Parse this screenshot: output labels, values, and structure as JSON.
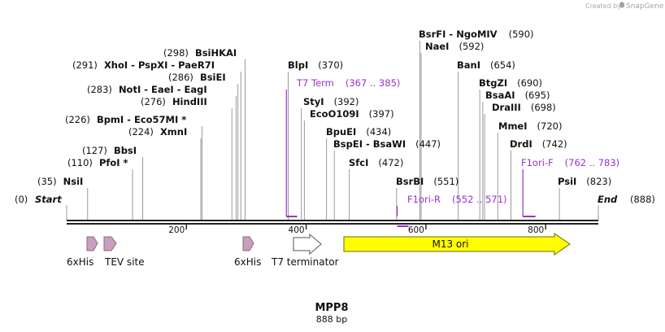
{
  "credit": {
    "prefix": "Created by",
    "brand": "SnapGene"
  },
  "map": {
    "name": "MPP8",
    "length_label": "888 bp",
    "length": 888
  },
  "ends": [
    {
      "pos_label": "(0)",
      "name": "Start",
      "pos": 0
    },
    {
      "pos_label": "(888)",
      "name": "End",
      "pos": 888
    }
  ],
  "sites": [
    {
      "name": "NsiI",
      "pos": 35,
      "pos_label": "(35)",
      "side": "L"
    },
    {
      "name": "PfoI *",
      "pos": 110,
      "pos_label": "(110)",
      "side": "L"
    },
    {
      "name": "BbsI",
      "pos": 127,
      "pos_label": "(127)",
      "side": "L"
    },
    {
      "name": "XmnI",
      "pos": 224,
      "pos_label": "(224)",
      "side": "L"
    },
    {
      "name": "BpmI - Eco57MI *",
      "pos": 226,
      "pos_label": "(226)",
      "side": "L"
    },
    {
      "name": "HindIII",
      "pos": 276,
      "pos_label": "(276)",
      "side": "L"
    },
    {
      "name": "NotI - EaeI - EagI",
      "pos": 283,
      "pos_label": "(283)",
      "side": "L"
    },
    {
      "name": "BsiEI",
      "pos": 286,
      "pos_label": "(286)",
      "side": "L"
    },
    {
      "name": "XhoI - PspXI - PaeR7I",
      "pos": 291,
      "pos_label": "(291)",
      "side": "L"
    },
    {
      "name": "BsiHKAI",
      "pos": 298,
      "pos_label": "(298)",
      "side": "L"
    },
    {
      "name": "BlpI",
      "pos": 370,
      "pos_label": "(370)",
      "side": "R"
    },
    {
      "name": "StyI",
      "pos": 392,
      "pos_label": "(392)",
      "side": "R"
    },
    {
      "name": "EcoO109I",
      "pos": 397,
      "pos_label": "(397)",
      "side": "R"
    },
    {
      "name": "BpuEI",
      "pos": 434,
      "pos_label": "(434)",
      "side": "R"
    },
    {
      "name": "BspEI - BsaWI",
      "pos": 447,
      "pos_label": "(447)",
      "side": "R"
    },
    {
      "name": "SfcI",
      "pos": 472,
      "pos_label": "(472)",
      "side": "R"
    },
    {
      "name": "BsrBI",
      "pos": 551,
      "pos_label": "(551)",
      "side": "R"
    },
    {
      "name": "BsrFI - NgoMIV",
      "pos": 590,
      "pos_label": "(590)",
      "side": "R"
    },
    {
      "name": "NaeI",
      "pos": 592,
      "pos_label": "(592)",
      "side": "R"
    },
    {
      "name": "BanI",
      "pos": 654,
      "pos_label": "(654)",
      "side": "R"
    },
    {
      "name": "BtgZI",
      "pos": 690,
      "pos_label": "(690)",
      "side": "R"
    },
    {
      "name": "BsaAI",
      "pos": 695,
      "pos_label": "(695)",
      "side": "R"
    },
    {
      "name": "DraIII",
      "pos": 698,
      "pos_label": "(698)",
      "side": "R"
    },
    {
      "name": "MmeI",
      "pos": 720,
      "pos_label": "(720)",
      "side": "R"
    },
    {
      "name": "DrdI",
      "pos": 742,
      "pos_label": "(742)",
      "side": "R"
    },
    {
      "name": "PsiI",
      "pos": 823,
      "pos_label": "(823)",
      "side": "R"
    }
  ],
  "primers": [
    {
      "name": "T7 Term",
      "range": "(367 .. 385)",
      "start": 367,
      "end": 385,
      "color": "#9932CC"
    },
    {
      "name": "F1ori-R",
      "range": "(552 .. 571)",
      "start": 552,
      "end": 571,
      "color": "#9932CC"
    },
    {
      "name": "F1ori-F",
      "range": "(762 .. 783)",
      "start": 762,
      "end": 783,
      "color": "#9932CC"
    }
  ],
  "ticks": [
    {
      "pos": 200,
      "label": "200"
    },
    {
      "pos": 400,
      "label": "400"
    },
    {
      "pos": 600,
      "label": "600"
    },
    {
      "pos": 800,
      "label": "800"
    }
  ],
  "features": [
    {
      "name": "6xHis",
      "type": "tag",
      "color": "#c8a0be"
    },
    {
      "name": "TEV site",
      "type": "site",
      "color": "#c8a0be"
    },
    {
      "name": "6xHis",
      "type": "tag",
      "color": "#c8a0be"
    },
    {
      "name": "T7 terminator",
      "type": "terminator",
      "color": "#ffffff"
    },
    {
      "name": "M13 ori",
      "type": "rep_origin",
      "color": "#ffff00"
    }
  ]
}
